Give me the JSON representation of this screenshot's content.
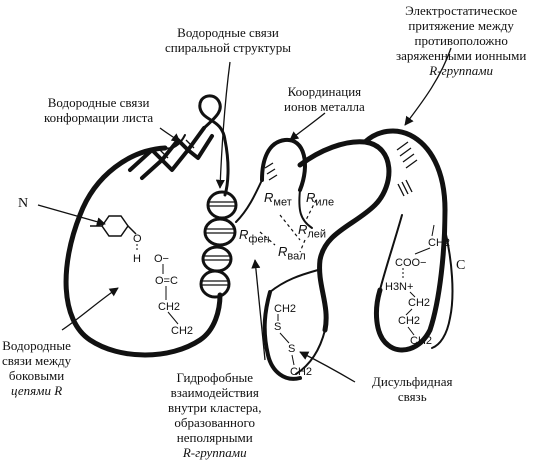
{
  "labels": {
    "helix_hbonds": [
      "Водородные связи",
      "спиральной структуры"
    ],
    "electrostatic": [
      "Электростатическое",
      "притяжение между",
      "противоположно",
      "заряженными ионными",
      "R-группами"
    ],
    "sheet_hbonds": [
      "Водородные связи",
      "конформации листа"
    ],
    "metal_coord": [
      "Координация",
      "ионов металла"
    ],
    "n_terminus": "N",
    "c_terminus": "C",
    "side_chain_hbonds": [
      "Водородные",
      "связи между",
      "боковыми",
      "цепями R"
    ],
    "hydrophobic": [
      "Гидрофобные",
      "взаимодействия",
      "внутри кластера,",
      "образованного",
      "неполярными",
      "R-группами"
    ],
    "disulfide": [
      "Дисульфидная",
      "связь"
    ]
  },
  "residues": {
    "met": {
      "base": "R",
      "sub": "мет"
    },
    "ile": {
      "base": "R",
      "sub": "иле"
    },
    "phe": {
      "base": "R",
      "sub": "фен"
    },
    "leu": {
      "base": "R",
      "sub": "лей"
    },
    "val": {
      "base": "R",
      "sub": "вал"
    }
  },
  "chem": {
    "oxygen": "O",
    "hydroxyl_h": "H",
    "carbon": "C",
    "ch2": "CH2",
    "coo_minus": "COO−",
    "h3n_plus": "H3N+",
    "sulfur": "S",
    "carbonyl_o": "O=C",
    "carboxylate_o": "O−"
  }
}
